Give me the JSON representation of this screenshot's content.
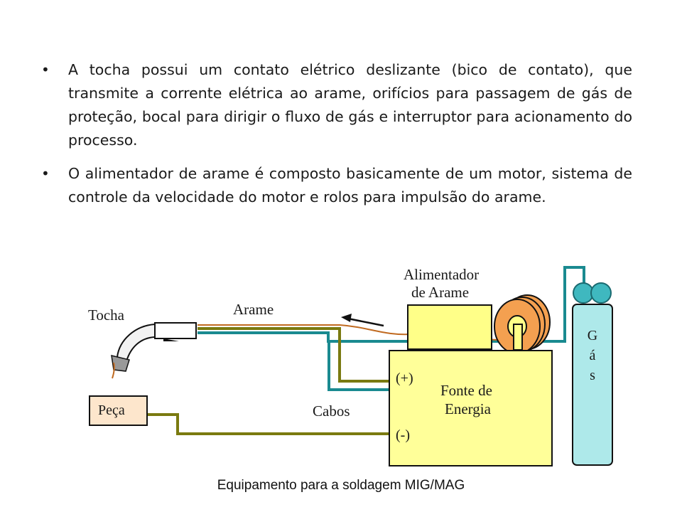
{
  "bullets": [
    "A tocha possui um contato elétrico deslizante (bico de contato), que transmite a corrente elétrica ao arame, orifícios para passagem de gás de proteção, bocal para dirigir o fluxo de gás e interruptor para acionamento do processo.",
    "O alimentador de arame é composto basicamente de um motor, sistema de controle da velocidade do motor e rolos para impulsão do arame."
  ],
  "diagram": {
    "tocha": "Tocha",
    "arame": "Arame",
    "alimentador_line1": "Alimentador",
    "alimentador_line2": "de Arame",
    "fonte_line1": "Fonte de",
    "fonte_line2": "Energia",
    "plus": "(+)",
    "minus": "(-)",
    "peca": "Peça",
    "cabos": "Cabos",
    "gas_letters": [
      "G",
      "á",
      "s"
    ]
  },
  "caption": "Equipamento para a soldagem MIG/MAG",
  "colors": {
    "feeder_box": "#ffff88",
    "spool": "#f4a050",
    "power_box": "#ffff99",
    "cylinder": "#aee9ea",
    "work_piece": "#fde6cc",
    "torch_gas_line": "#1a8a90",
    "cable_line": "#7a7a10",
    "wire_line": "#c06a20"
  }
}
